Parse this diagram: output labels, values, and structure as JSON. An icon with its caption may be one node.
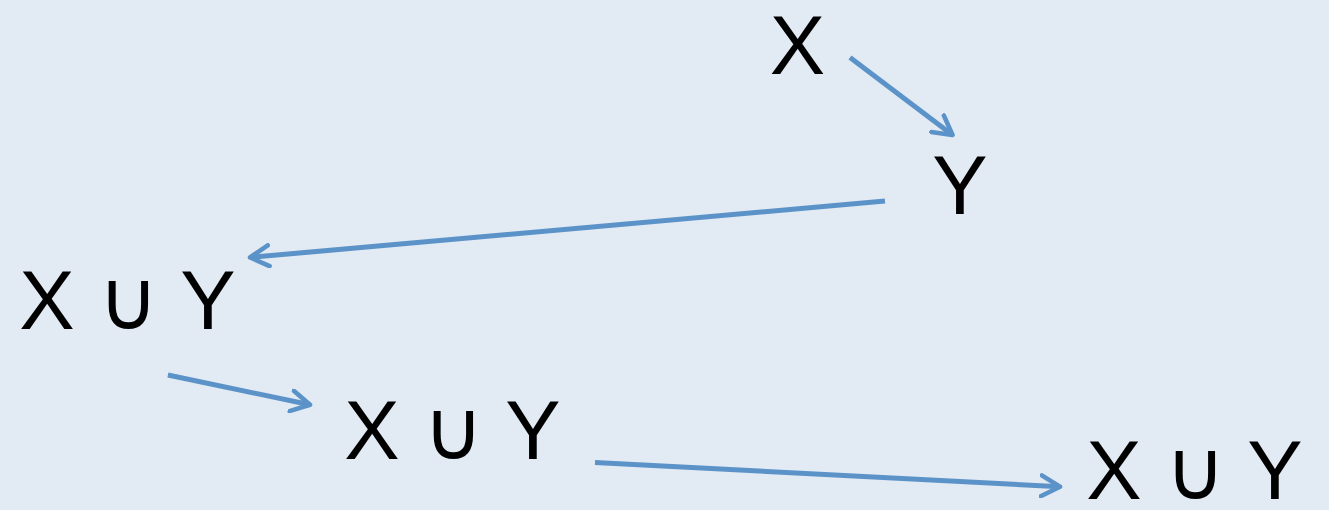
{
  "diagram": {
    "nodes": [
      {
        "text": [
          "X"
        ]
      },
      {
        "text": [
          "Y"
        ]
      },
      {
        "text": [
          "X ∪ Y"
        ]
      },
      {
        "text": [
          "X ∪ Y"
        ]
      },
      {
        "text": [
          "X ∪ Y"
        ]
      }
    ],
    "edges": [
      {
        "from": 0,
        "to": 1,
        "arrow": "to"
      },
      {
        "from": 1,
        "to": 2,
        "arrow": "to"
      },
      {
        "from": 2,
        "to": 3,
        "arrow": "to"
      },
      {
        "from": 3,
        "to": 4,
        "arrow": "to"
      }
    ]
  }
}
